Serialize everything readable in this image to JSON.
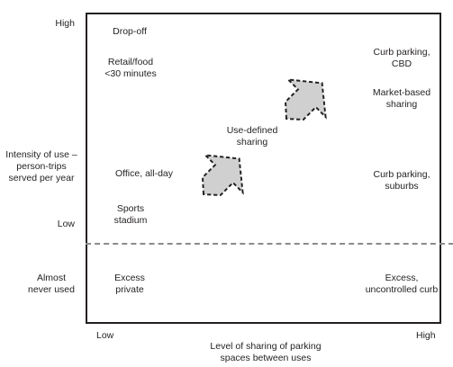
{
  "y_axis": {
    "high": "High",
    "title_lines": [
      "Intensity of use –",
      "person-trips",
      "served per year"
    ],
    "low": "Low",
    "almost_never_lines": [
      "Almost",
      "never used"
    ]
  },
  "x_axis": {
    "low": "Low",
    "high": "High",
    "title_lines": [
      "Level of sharing of parking",
      "spaces between uses"
    ]
  },
  "items": {
    "dropoff": [
      "Drop-off"
    ],
    "retail": [
      "Retail/food",
      "<30 minutes"
    ],
    "office": [
      "Office, all-day"
    ],
    "sports": [
      "Sports",
      "stadium"
    ],
    "use_defined": [
      "Use-defined",
      "sharing"
    ],
    "curb_cbd": [
      "Curb parking,",
      "CBD"
    ],
    "market_based": [
      "Market-based",
      "sharing"
    ],
    "curb_suburbs": [
      "Curb parking,",
      "suburbs"
    ],
    "excess_private": [
      "Excess",
      "private"
    ],
    "excess_curb": [
      "Excess,",
      "uncontrolled curb"
    ]
  },
  "colors": {
    "line": "#231f20",
    "divider": "#8a8a8a",
    "arrow_fill": "#d0d0d0"
  }
}
